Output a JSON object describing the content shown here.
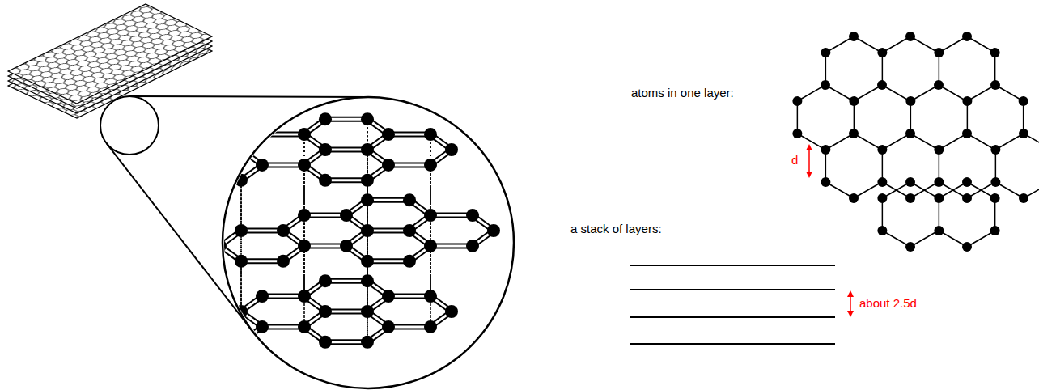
{
  "diagram": {
    "labels": [
      "atoms in one layer:",
      "d",
      "a stack of layers:",
      "about 2.5d"
    ]
  }
}
